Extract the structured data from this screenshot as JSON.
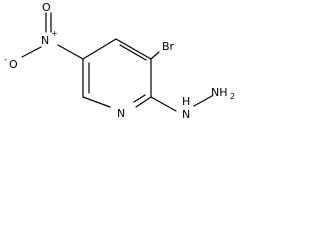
{
  "molecule": {
    "atoms": {
      "bromine": "Br",
      "ring_nitrogen": "N",
      "hydrazine_nh": "H",
      "hydrazine_nh_n": "N",
      "hydrazine_nh2": "NH",
      "hydrazine_nh2_sub": "2",
      "nitro_n": "N",
      "nitro_n_charge": "+",
      "nitro_o_top": "O",
      "nitro_o_left": "O",
      "nitro_o_left_charge": "-"
    },
    "colors": {
      "ink": "#000000",
      "background": "#ffffff"
    }
  }
}
